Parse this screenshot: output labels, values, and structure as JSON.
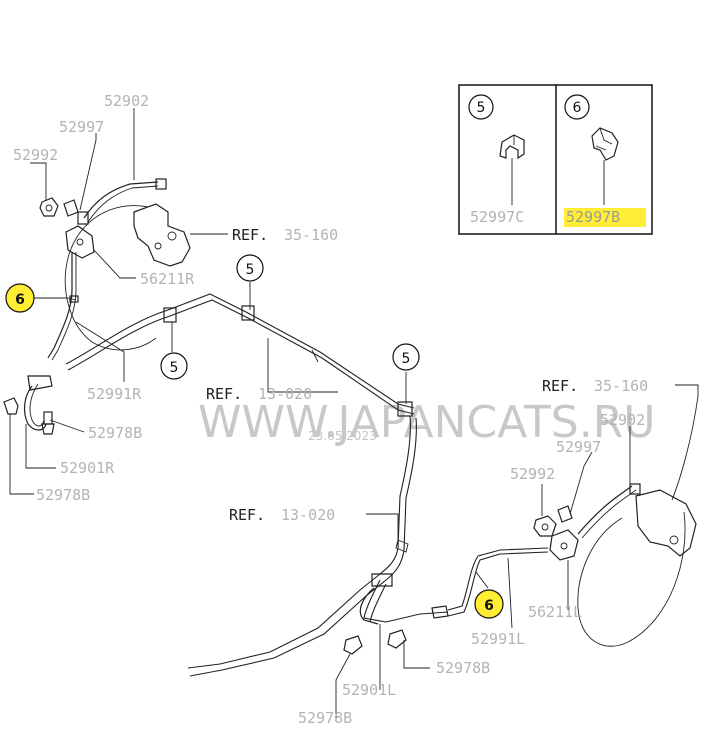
{
  "watermark": "WWW.JAPANCATS.RU",
  "date": "23.05.2023",
  "ref_prefix": "REF.",
  "inset": {
    "left_number": "5",
    "right_number": "6",
    "left_part": "52997C",
    "right_part": "52997B"
  },
  "highlight_color": "#ffee33",
  "right_brake": {
    "ref_a": "35-160",
    "p1": "52902",
    "p2": "52997",
    "p3": "52992",
    "p4": "56211R",
    "p5": "52991R",
    "p6": "52978B",
    "p7": "52901R",
    "p8": "52978B"
  },
  "center": {
    "ref_b": "13-020",
    "ref_c": "13-020",
    "c1": "5",
    "c2": "5",
    "c3": "5",
    "c6a": "6",
    "c6b": "6"
  },
  "left_brake": {
    "ref_a": "35-160",
    "p1": "52902",
    "p2": "52997",
    "p3": "52992",
    "p4": "56211L",
    "p5": "52991L",
    "p6": "52978B",
    "p7": "52901L",
    "p8": "52978B"
  }
}
